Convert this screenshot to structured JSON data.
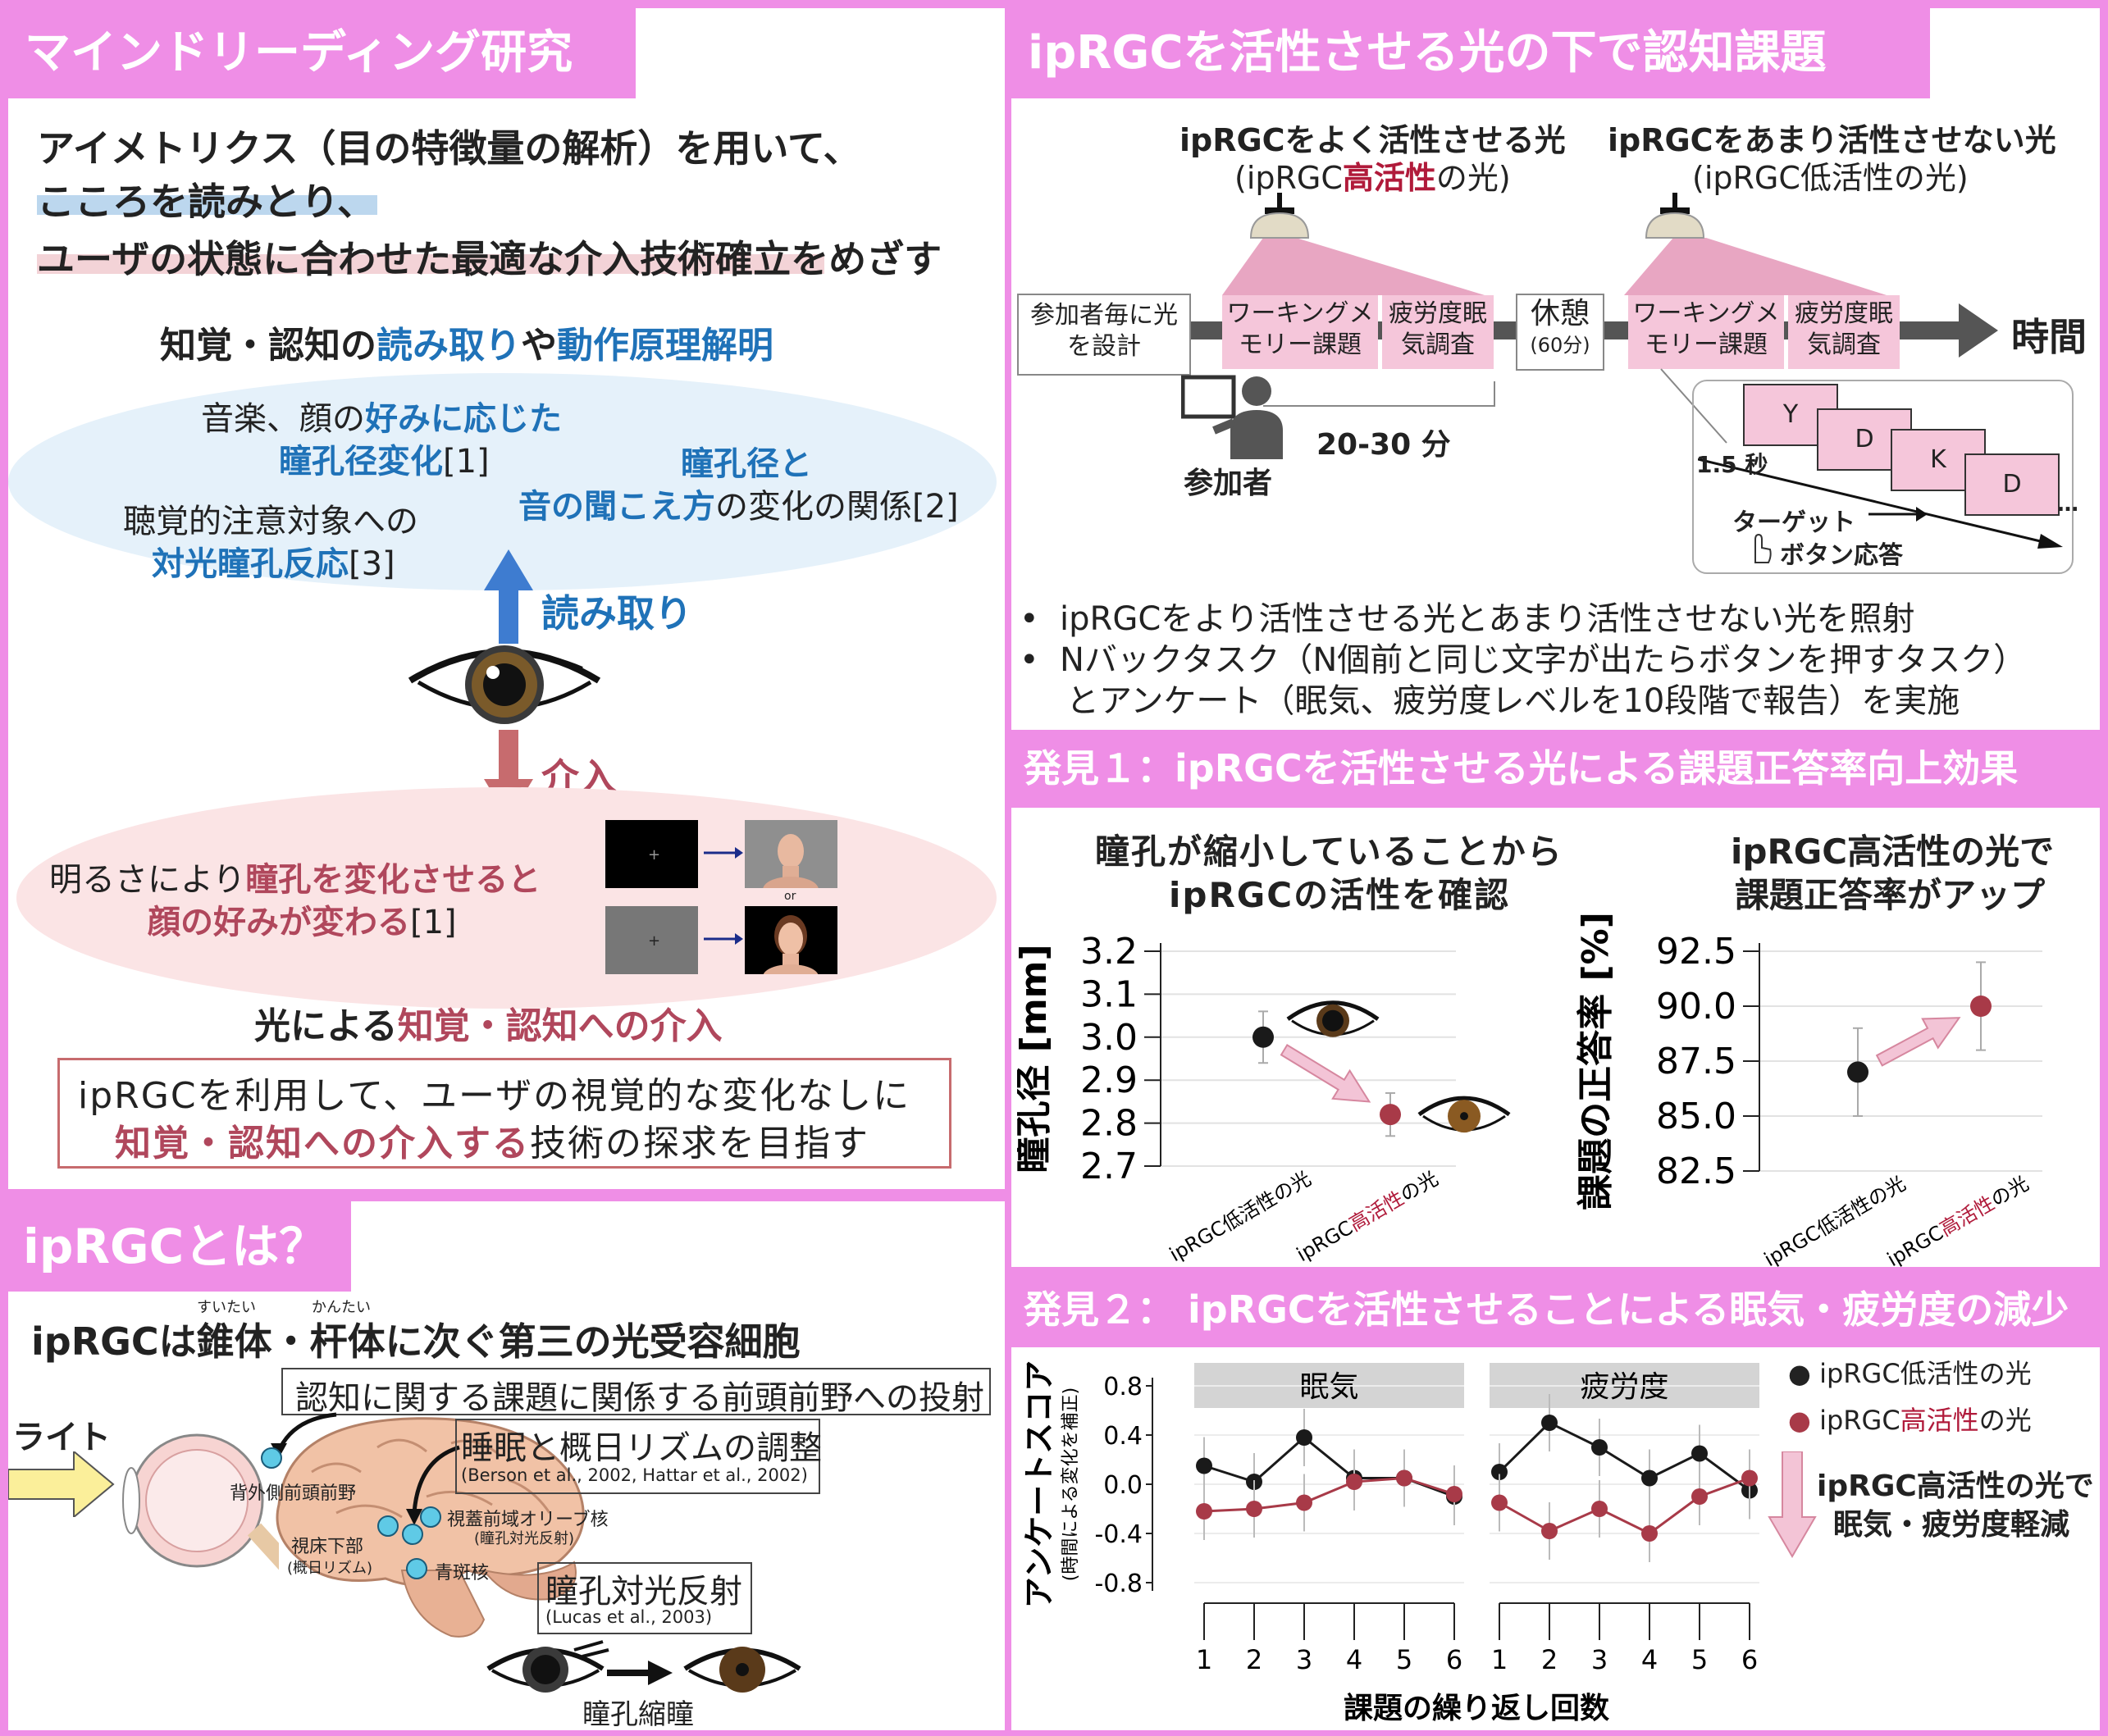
{
  "mind": {
    "header": "マインドリーディング研究",
    "lead1": "アイメトリクス（目の特徴量の解析）を用いて、",
    "lead2": "こころを読みとり、",
    "lead3a": "ユーザの状態に合わせた最適な介入技術確立",
    "lead3b": "をめざす",
    "sub_a": "知覚・認知の",
    "sub_b": "読み取り",
    "sub_c": "や",
    "sub_d": "動作原理解明",
    "item1_a": "音楽、顔の",
    "item1_b": "好みに応じた",
    "item1_c": "瞳孔径変化",
    "item1_ref": "[1]",
    "item2_a": "瞳孔径と",
    "item2_b": "音の聞こえ方",
    "item2_c": "の変化の関係[2]",
    "item3_a": "聴覚的注意対象への",
    "item3_b": "対光瞳孔反応",
    "item3_ref": "[3]",
    "read_label": "読み取り",
    "intervene_label": "介入",
    "light_a": "明るさにより",
    "light_b": "瞳孔を変化させると",
    "light_c": "顔の好みが変わる",
    "light_ref": "[1]",
    "or_label": "or",
    "intervention_a": "光による",
    "intervention_b": "知覚・認知への介入",
    "goal1": "ipRGCを利用して、ユーザの視覚的な変化なしに",
    "goal2a": "知覚・認知への介入する",
    "goal2b": "技術の探求を目指す"
  },
  "iprgc": {
    "header": "ipRGCとは？",
    "title_a": "ipRGCは",
    "title_b": "錐体",
    "title_c": "・",
    "title_d": "杆体",
    "title_e": "に次ぐ第三の光受容細胞",
    "ruby_b": "すいたい",
    "ruby_d": "かんたい",
    "proj": "認知に関する課題に関係する前頭前野への投射",
    "light": "ライト",
    "sleep": "睡眠と概日リズムの調整",
    "sleep_ref": "(Berson et al., 2002, Hattar et al., 2002)",
    "dorsolateral": "背外側前頭前野",
    "hypothalamus": "視床下部",
    "hypothalamus_sub": "(概日リズム)",
    "olivary": "視蓋前域オリーブ核",
    "olivary_sub": "(瞳孔対光反射)",
    "blue_spot": "青斑核",
    "plr": "瞳孔対光反射",
    "plr_ref": "(Lucas et al., 2003)",
    "miosis": "瞳孔縮瞳"
  },
  "task": {
    "header": "ipRGCを活性させる光の下で認知課題",
    "light_high1": "ipRGCをよく活性させる光",
    "light_high2a": "(ipRGC",
    "light_high2b": "高活性",
    "light_high2c": "の光)",
    "light_low1": "ipRGCをあまり活性させない光",
    "light_low2": "(ipRGC低活性の光)",
    "design": "参加者毎に光を設計",
    "wm1": "ワーキングメモリー課題",
    "fat1": "疲労度眠気調査",
    "rest": "休憩",
    "rest_sub": "(60分)",
    "wm2": "ワーキングメモリー課題",
    "fat2": "疲労度眠気調査",
    "time": "時間",
    "participant": "参加者",
    "duration": "20-30 分",
    "sec": "1.5 秒",
    "letters": [
      "Y",
      "D",
      "K",
      "D"
    ],
    "target": "ターゲット",
    "button": "ボタン応答",
    "ellipsis": "…",
    "bullet1": "ipRGCをより活性させる光とあまり活性させない光を照射",
    "bullet2": "Nバックタスク（N個前と同じ文字が出たらボタンを押すタスク）",
    "bullet3": "とアンケート（眠気、疲労度レベルを10段階で報告）を実施"
  },
  "find1": {
    "header": "発見１：ipRGCを活性させる光による課題正答率向上効果",
    "left_title1": "瞳孔が縮小していることから",
    "left_title2": "ipRGCの活性を確認",
    "right_title1": "ipRGC高活性の光で",
    "right_title2": "課題正答率がアップ"
  },
  "find2": {
    "header": "発見２： ipRGCを活性させることによる眠気・疲労度の減少",
    "legend_low": "ipRGC低活性の光",
    "legend_high_a": "ipRGC",
    "legend_high_b": "高活性",
    "legend_high_c": "の光",
    "conclusion1": "ipRGC高活性の光で",
    "conclusion2": "眠気・疲労度軽減"
  },
  "chart_data": [
    {
      "type": "scatter",
      "title": "",
      "ylabel": "瞳孔径 [mm]",
      "ylim": [
        2.7,
        3.2
      ],
      "yticks": [
        "3.2",
        "3.1",
        "3.0",
        "2.9",
        "2.8",
        "2.7"
      ],
      "categories": [
        "ipRGC低活性の光",
        "ipRGC高活性の光"
      ],
      "values": [
        3.0,
        2.82
      ],
      "errors": [
        0.06,
        0.05
      ],
      "colors": [
        "#1a1a1a",
        "#a83a48"
      ]
    },
    {
      "type": "scatter",
      "title": "",
      "ylabel": "課題の正答率 [%]",
      "ylim": [
        82.5,
        92.5
      ],
      "yticks": [
        "92.5",
        "90.0",
        "87.5",
        "85.0",
        "82.5"
      ],
      "categories": [
        "ipRGC低活性の光",
        "ipRGC高活性の光"
      ],
      "values": [
        87.0,
        90.0
      ],
      "errors": [
        2.0,
        2.0
      ],
      "colors": [
        "#1a1a1a",
        "#a83a48"
      ]
    },
    {
      "type": "line",
      "ylabel": "アンケートスコア",
      "ylabel_sub": "(時間による変化を補正)",
      "xlabel": "課題の繰り返し回数",
      "ylim": [
        -0.8,
        0.8
      ],
      "yticks": [
        "0.8",
        "0.4",
        "0.0",
        "-0.4",
        "-0.8"
      ],
      "x": [
        1,
        2,
        3,
        4,
        5,
        6
      ],
      "xtick_labels": [
        "1",
        "2",
        "3",
        "4",
        "5",
        "6"
      ],
      "panels": [
        {
          "name": "眠気",
          "series": [
            {
              "name": "ipRGC低活性の光",
              "color": "#1a1a1a",
              "values": [
                0.15,
                0.02,
                0.38,
                0.05,
                0.05,
                -0.1
              ]
            },
            {
              "name": "ipRGC高活性の光",
              "color": "#a83a48",
              "values": [
                -0.22,
                -0.2,
                -0.15,
                0.02,
                0.05,
                -0.08
              ]
            }
          ]
        },
        {
          "name": "疲労度",
          "series": [
            {
              "name": "ipRGC低活性の光",
              "color": "#1a1a1a",
              "values": [
                0.1,
                0.5,
                0.3,
                0.05,
                0.25,
                -0.05
              ]
            },
            {
              "name": "ipRGC高活性の光",
              "color": "#a83a48",
              "values": [
                -0.15,
                -0.38,
                -0.2,
                -0.4,
                -0.1,
                0.05
              ]
            }
          ]
        }
      ]
    }
  ]
}
